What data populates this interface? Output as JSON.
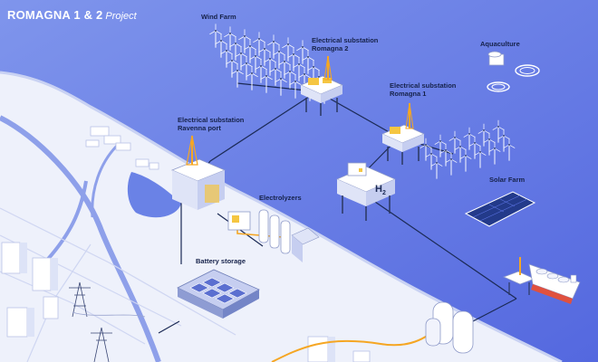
{
  "title": {
    "main": "ROMAGNA 1 & 2",
    "sub": "Project"
  },
  "labels": {
    "wind_farm": "Wind Farm",
    "substation_romagna2": [
      "Electrical substation",
      "Romagna 2"
    ],
    "substation_romagna1": [
      "Electrical substation",
      "Romagna 1"
    ],
    "substation_ravenna": [
      "Electrical substation",
      "Ravenna port"
    ],
    "aquaculture": "Aquaculture",
    "solar_farm": "Solar Farm",
    "electrolyzers": "Electrolyzers",
    "battery_storage": "Battery storage",
    "h2_symbol": "H",
    "h2_subscript": "2"
  },
  "colors": {
    "sea": "#5b74e3",
    "land": "#eef1fb",
    "line": "#1b2a55",
    "accent_orange": "#f5a623",
    "label_text": "#16224a"
  }
}
